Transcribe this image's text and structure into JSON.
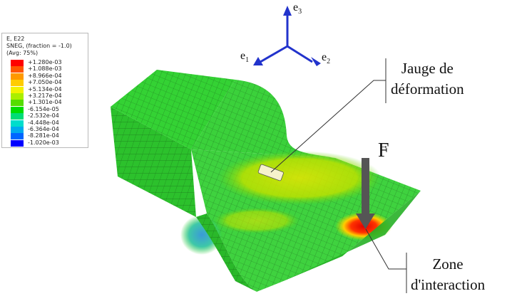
{
  "legend": {
    "title_line1": "E, E22",
    "title_line2": "SNEG, (fraction = -1.0)",
    "title_line3": "(Avg: 75%)",
    "entries": [
      {
        "value": "+1.280e-03",
        "color": "#ff0000"
      },
      {
        "value": "+1.088e-03",
        "color": "#ff5500"
      },
      {
        "value": "+8.966e-04",
        "color": "#ff9900"
      },
      {
        "value": "+7.050e-04",
        "color": "#ffcc00"
      },
      {
        "value": "+5.134e-04",
        "color": "#f2f200"
      },
      {
        "value": "+3.217e-04",
        "color": "#aaee00"
      },
      {
        "value": "+1.301e-04",
        "color": "#55dd00"
      },
      {
        "value": "-6.154e-05",
        "color": "#00dd00"
      },
      {
        "value": "-2.532e-04",
        "color": "#00dd77"
      },
      {
        "value": "-4.448e-04",
        "color": "#00ddcc"
      },
      {
        "value": "-6.364e-04",
        "color": "#00aaee"
      },
      {
        "value": "-8.281e-04",
        "color": "#0066ff"
      },
      {
        "value": "-1.020e-03",
        "color": "#0000ff"
      }
    ]
  },
  "axes": {
    "e1": {
      "letter": "e",
      "index": "1"
    },
    "e2": {
      "letter": "e",
      "index": "2"
    },
    "e3": {
      "letter": "e",
      "index": "3"
    },
    "color": "#2233cc"
  },
  "callouts": {
    "gauge_line1": "Jauge de",
    "gauge_line2": "déformation",
    "zone_line1": "Zone",
    "zone_line2": "d'interaction"
  },
  "force": {
    "label": "F"
  },
  "colors": {
    "mesh_green": "#2fcf2f",
    "mesh_yellow": "#c8e600",
    "hot_red": "#ee0000",
    "cold_blue": "#3aa6d8",
    "force_arrow": "#555555"
  }
}
